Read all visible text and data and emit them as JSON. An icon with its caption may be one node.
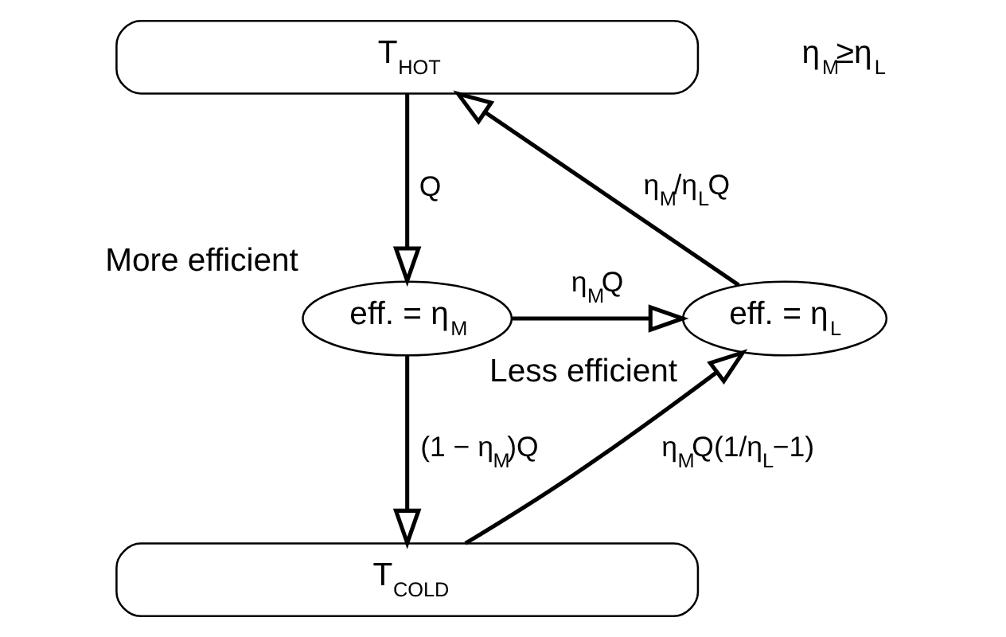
{
  "diagram": {
    "nodes": [
      {
        "text": [
          "T$_{HOT}$"
        ]
      },
      {
        "text": [
          "T$_{COLD}$"
        ]
      },
      {
        "text": [
          "eff. = η$_{M}$"
        ],
        "beside": [
          "More efficient"
        ]
      },
      {
        "text": [
          "eff. = η$_{L}$"
        ],
        "beside": [
          "Less efficient"
        ]
      }
    ],
    "edges": [
      {
        "from": 0,
        "to": 2,
        "arrow": "to",
        "label": "Q"
      },
      {
        "from": 2,
        "to": 1,
        "arrow": "to",
        "label": "(1 − η$_{M}$)Q"
      },
      {
        "from": 2,
        "to": 3,
        "arrow": "to",
        "label": "η$_{M}$Q"
      },
      {
        "from": 1,
        "to": 3,
        "arrow": "to",
        "label": "η$_{M}$Q(1/η$_{L}$−1)"
      },
      {
        "from": 3,
        "to": 0,
        "arrow": "to",
        "label": "η$_{M}$/η$_{L}$Q"
      }
    ],
    "labels": [
      "η$_{M}$≥η$_{L}$"
    ]
  }
}
